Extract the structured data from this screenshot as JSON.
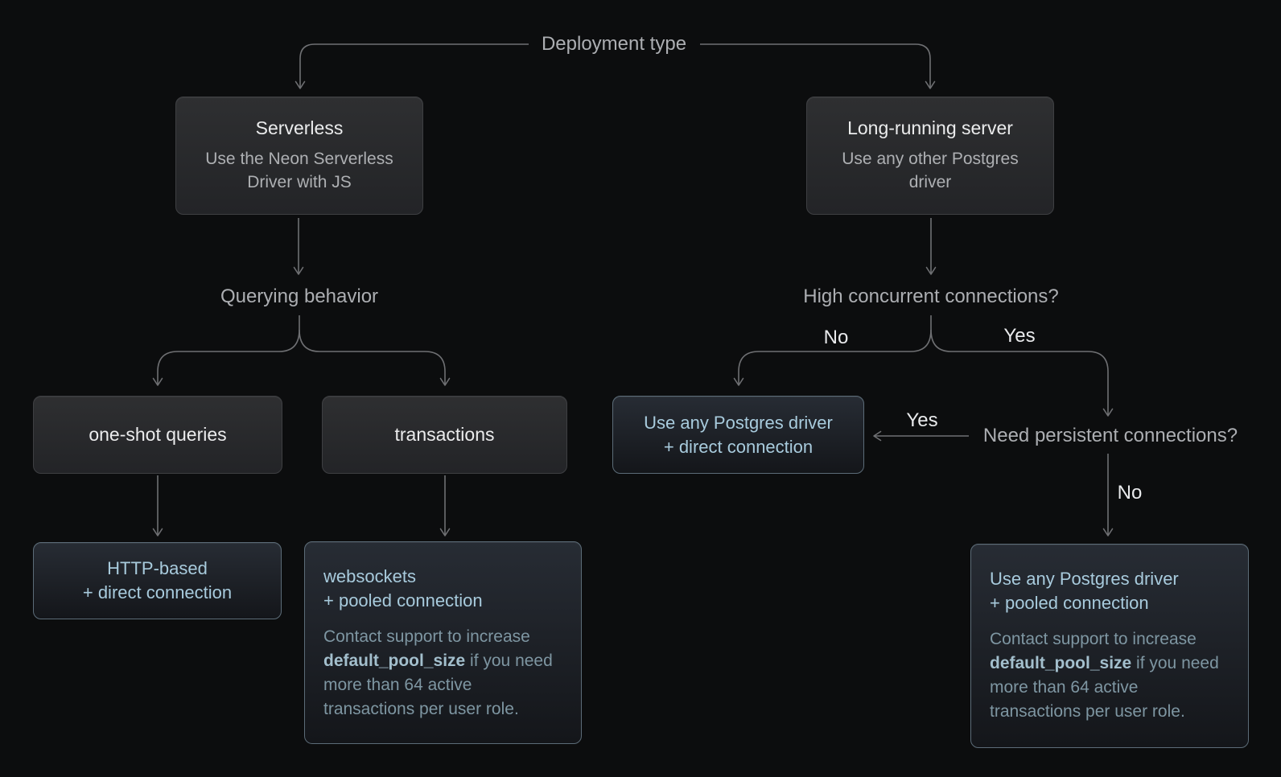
{
  "labels": {
    "deployment_type": "Deployment type",
    "querying_behavior": "Querying behavior",
    "high_concurrent": "High concurrent connections?",
    "need_persistent": "Need persistent connections?",
    "no_left": "No",
    "yes_right": "Yes",
    "yes_horizontal": "Yes",
    "no_down": "No"
  },
  "nodes": {
    "serverless": {
      "title": "Serverless",
      "subtitle": "Use the Neon Serverless Driver with JS"
    },
    "long_running": {
      "title": "Long-running server",
      "subtitle": "Use any other Postgres driver"
    },
    "one_shot": {
      "label": "one-shot queries"
    },
    "transactions": {
      "label": "transactions"
    },
    "http_based": {
      "line1": "HTTP-based",
      "line2": "+ direct connection"
    },
    "direct_connection": {
      "line1": "Use any Postgres driver",
      "line2": "+ direct connection"
    },
    "websockets": {
      "line1": "websockets",
      "line2": "+ pooled connection",
      "body_pre": "Contact support to increase ",
      "body_bold": "default_pool_size",
      "body_post": " if you need more than 64 active transactions per user role."
    },
    "pooled_connection": {
      "line1": "Use any Postgres driver",
      "line2": "+ pooled connection",
      "body_pre": "Contact support to increase ",
      "body_bold": "default_pool_size",
      "body_post": " if you need more than 64 active transactions per user role."
    }
  },
  "colors": {
    "background": "#0C0D0E",
    "connector": "#6F7073",
    "arrowhead": "#898A8D",
    "decision_label": "#ACAEB2",
    "branch_label": "#E9EAEC",
    "gray_box_top": "#2E2F31",
    "gray_box_bottom": "#232427",
    "gray_box_border": "#3E3F42",
    "gray_box_title": "#EBECED",
    "gray_box_subtitle": "#AEB0B3",
    "blue_box_top": "#272C34",
    "blue_box_bottom": "#14161A",
    "blue_box_border": "#5C6C78",
    "blue_title": "#A8CBDD",
    "blue_body": "#7E96A2",
    "blue_body_bold": "#A3BFCD"
  }
}
